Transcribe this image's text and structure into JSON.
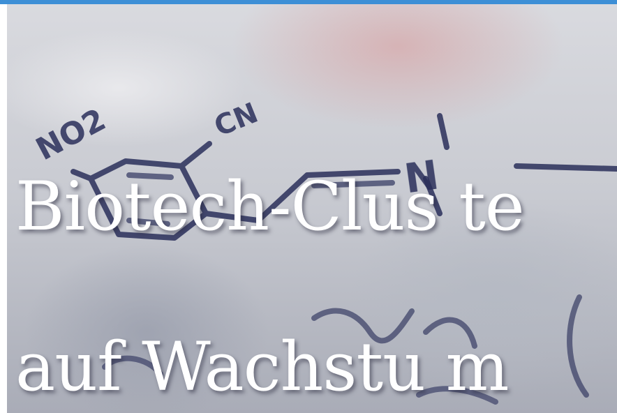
{
  "headline": {
    "line1": "Biotech-Clus te",
    "line2": "auf Wachstu m"
  },
  "colors": {
    "accent_bar": "#3d8fd6",
    "headline_text": "#ffffff",
    "ink": "#2a2f5a"
  },
  "photo": {
    "formula_labels": [
      "NO2",
      "CN",
      "N"
    ]
  }
}
